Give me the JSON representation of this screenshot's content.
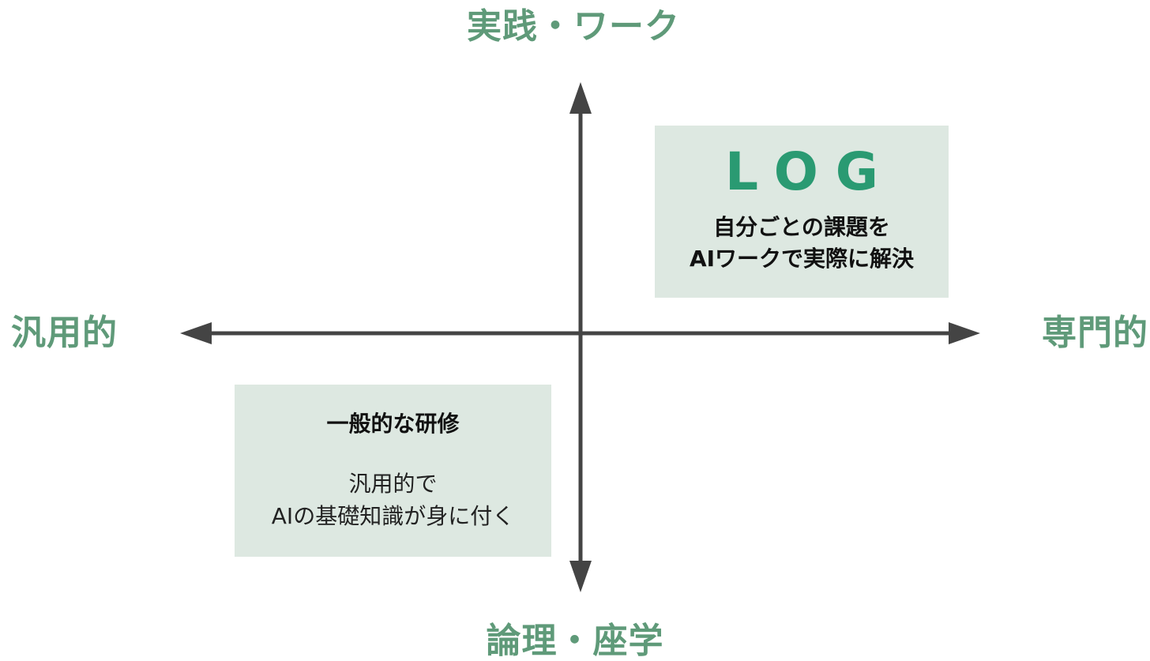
{
  "axes": {
    "top": "実践・ワーク",
    "bottom": "論理・座学",
    "left": "汎用的",
    "right": "専門的"
  },
  "log_box": {
    "logo": "LOG",
    "line1": "自分ごとの課題を",
    "line2": "AIワークで実際に解決"
  },
  "general_box": {
    "title": "一般的な研修",
    "line1": "汎用的で",
    "line2": "AIの基礎知識が身に付く"
  },
  "colors": {
    "axis_label": "#5f9a79",
    "logo": "#2a9a72",
    "box_bg": "#dde8e1",
    "arrow": "#444444"
  }
}
